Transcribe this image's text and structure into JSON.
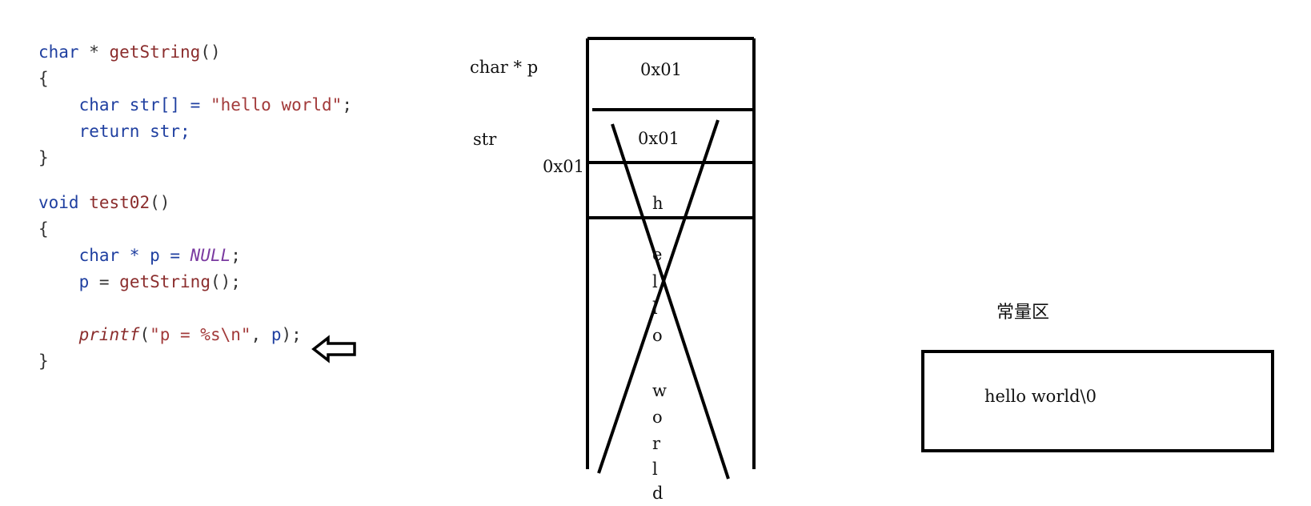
{
  "code": {
    "getString": {
      "type": "char",
      "star": " * ",
      "name": "getString",
      "parens": "()",
      "open_brace": "{",
      "line1_type": "char",
      "line1_rest": " str[] = ",
      "line1_str": "\"hello world\"",
      "line1_end": ";",
      "line2_kw": "return",
      "line2_rest": " str;",
      "close_brace": "}"
    },
    "test02": {
      "type": "void",
      "name": "test02",
      "parens": "()",
      "open_brace": "{",
      "line1_type": "char",
      "line1_rest": " * p = ",
      "line1_null": "NULL",
      "line1_end": ";",
      "line2_p": "p",
      "line2_eq": " = ",
      "line2_call": "getString",
      "line2_end": "();",
      "line3_fn": "printf",
      "line3_open": "(",
      "line3_str": "\"p = %s\\n\"",
      "line3_mid": ", ",
      "line3_arg": "p",
      "line3_end": ");",
      "close_brace": "}"
    }
  },
  "stack": {
    "label_p": "char * p",
    "label_str": "str",
    "addr_label": "0x01",
    "cell_p_value": "0x01",
    "cell_str_value": "0x01",
    "chars": [
      "h",
      "e",
      "l",
      "l",
      "o",
      "w",
      "o",
      "r",
      "l",
      "d"
    ]
  },
  "constant": {
    "title": "常量区",
    "content": "hello world\\0"
  }
}
